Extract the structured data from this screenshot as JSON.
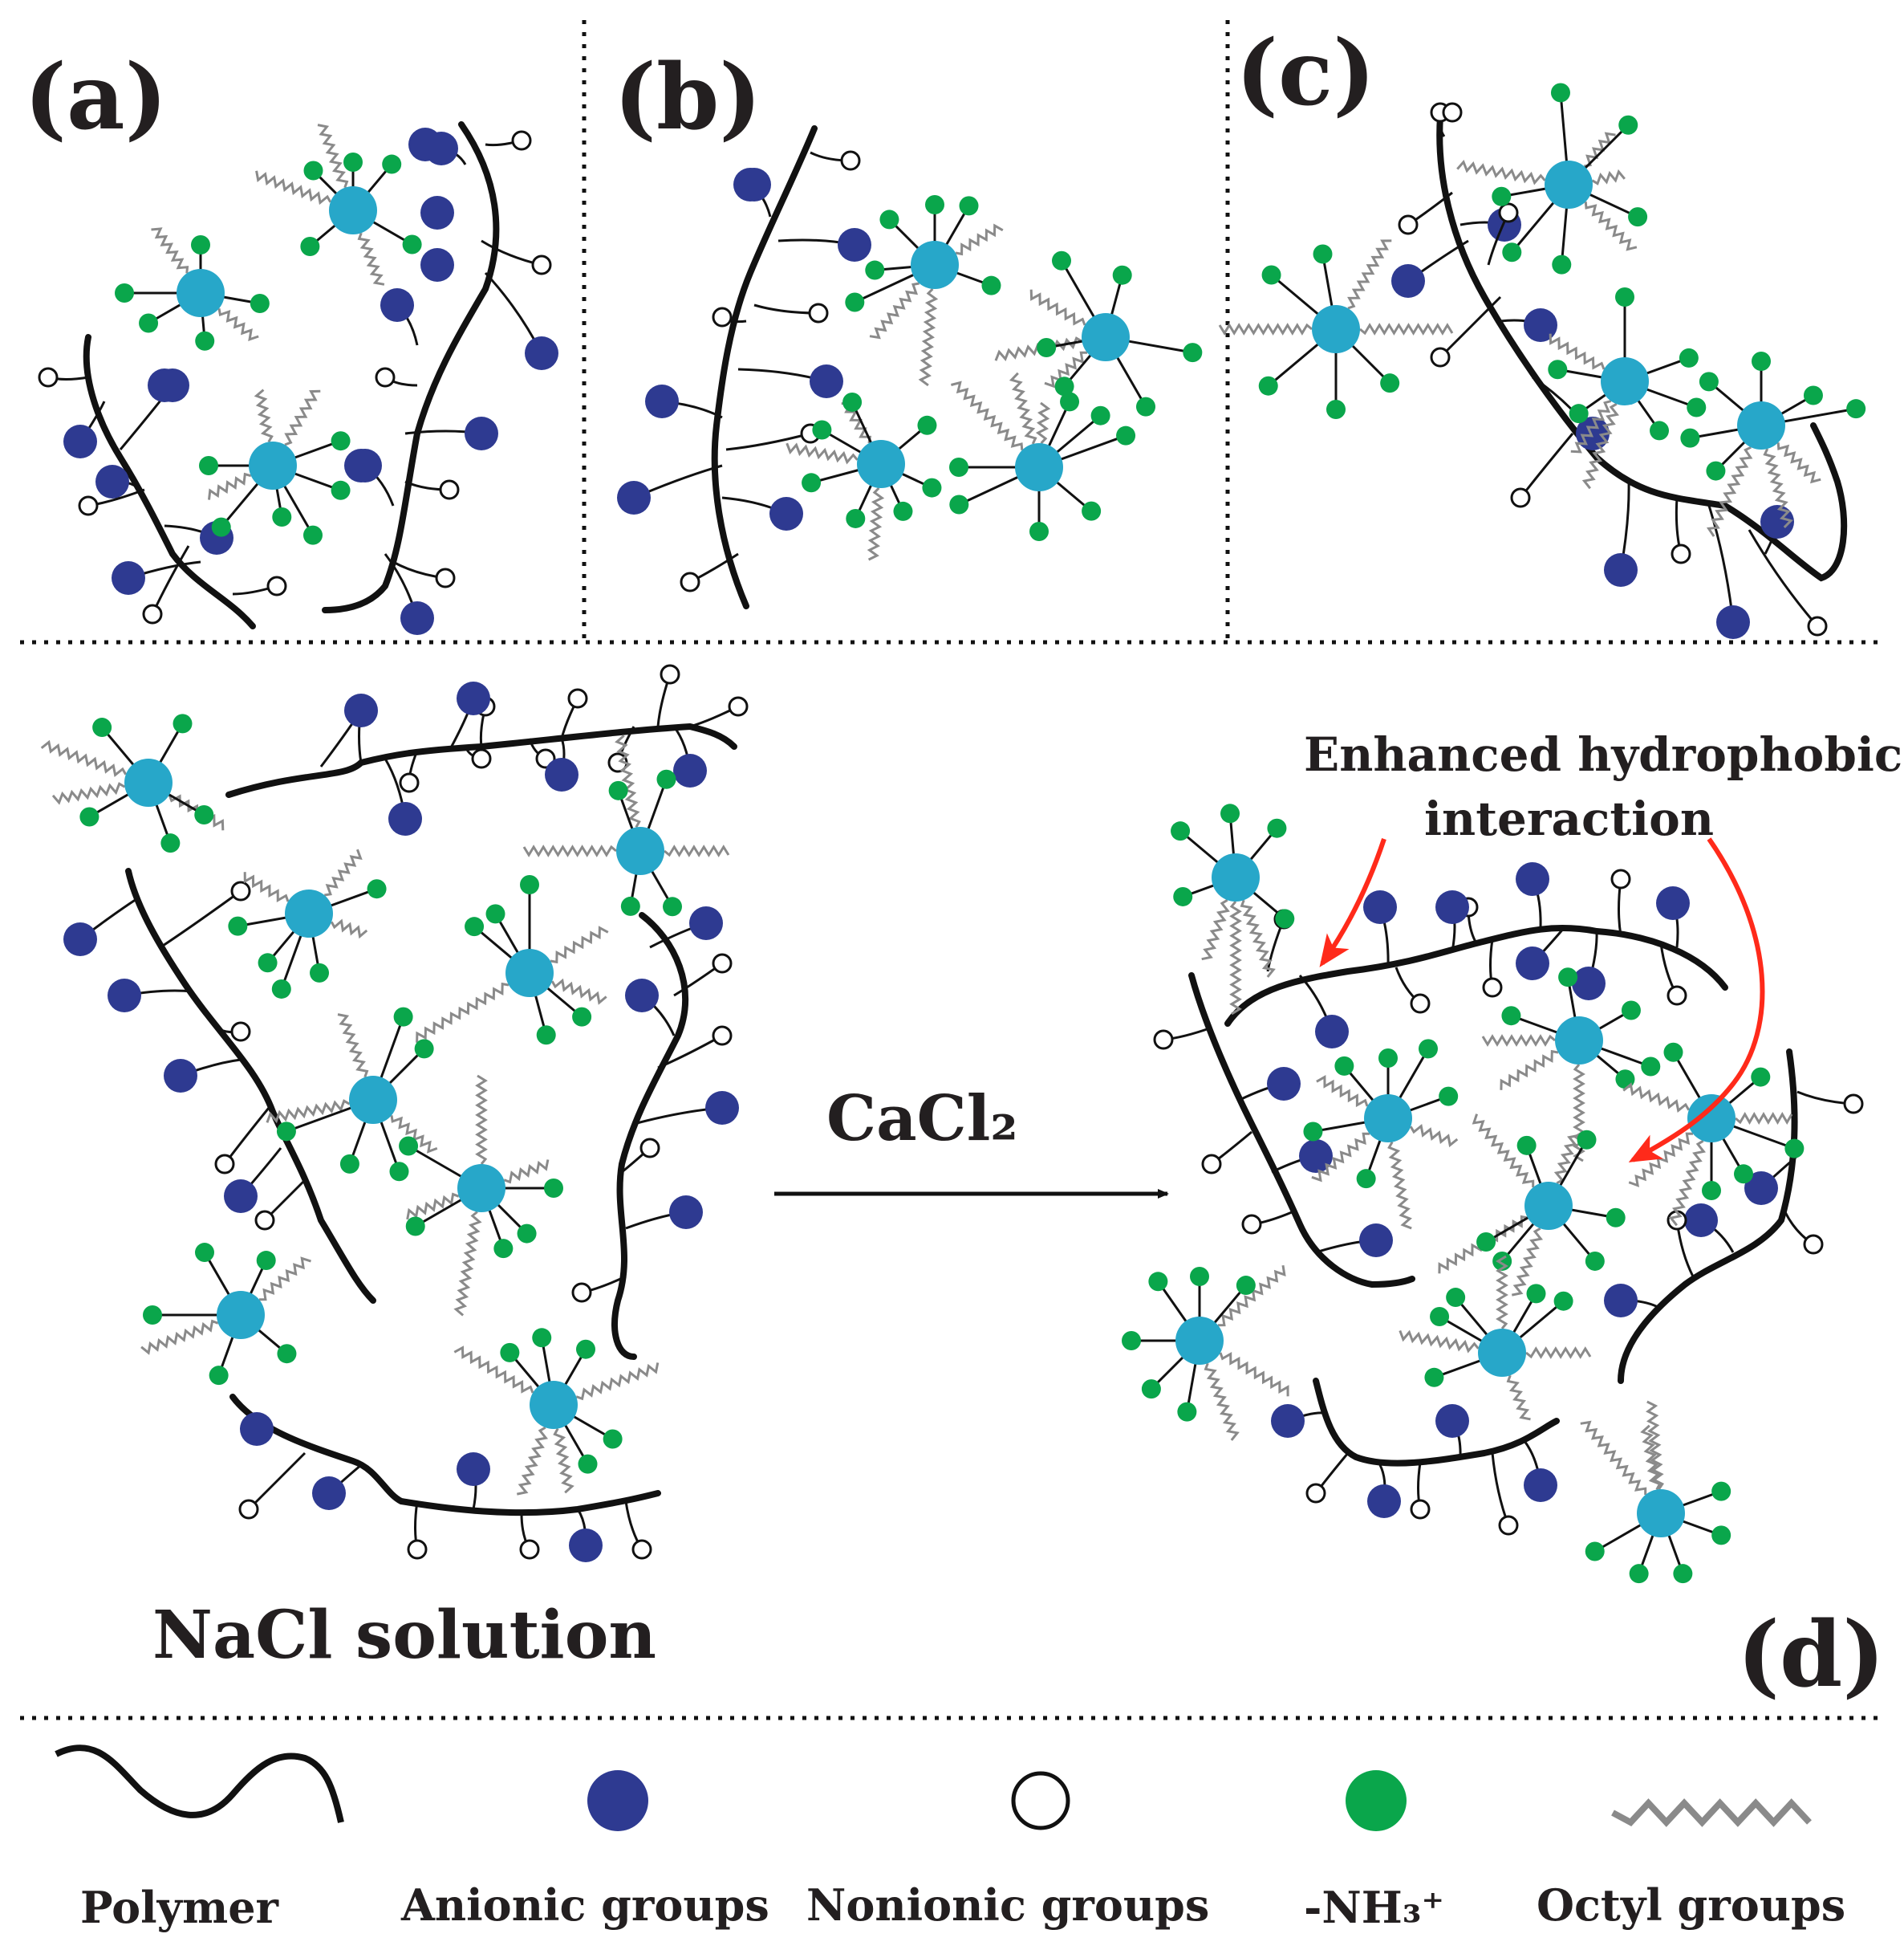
{
  "panels": {
    "a": "(a)",
    "b": "(b)",
    "c": "(c)",
    "d": "(d)"
  },
  "condition_left": "NaCl solution",
  "reagent": "CaCl₂",
  "annotation": {
    "line1": "Enhanced hydrophobic",
    "line2": "interaction"
  },
  "legend": [
    {
      "label": "Polymer",
      "icon": "polymer-chain-icon"
    },
    {
      "label": "Anionic groups",
      "icon": "anionic-group-icon"
    },
    {
      "label": "Nonionic groups",
      "icon": "nonionic-group-icon"
    },
    {
      "label": "-NH₃⁺",
      "icon": "amine-group-icon"
    },
    {
      "label": "Octyl groups",
      "icon": "octyl-chain-icon"
    }
  ],
  "colors": {
    "polymer": "#111111",
    "anionic": "#2e3a91",
    "nonionic": "#ffffff",
    "amine": "#0aa64b",
    "core": "#27a7c9",
    "octyl": "#8a8a8a",
    "arrow": "#ff2a1a"
  }
}
